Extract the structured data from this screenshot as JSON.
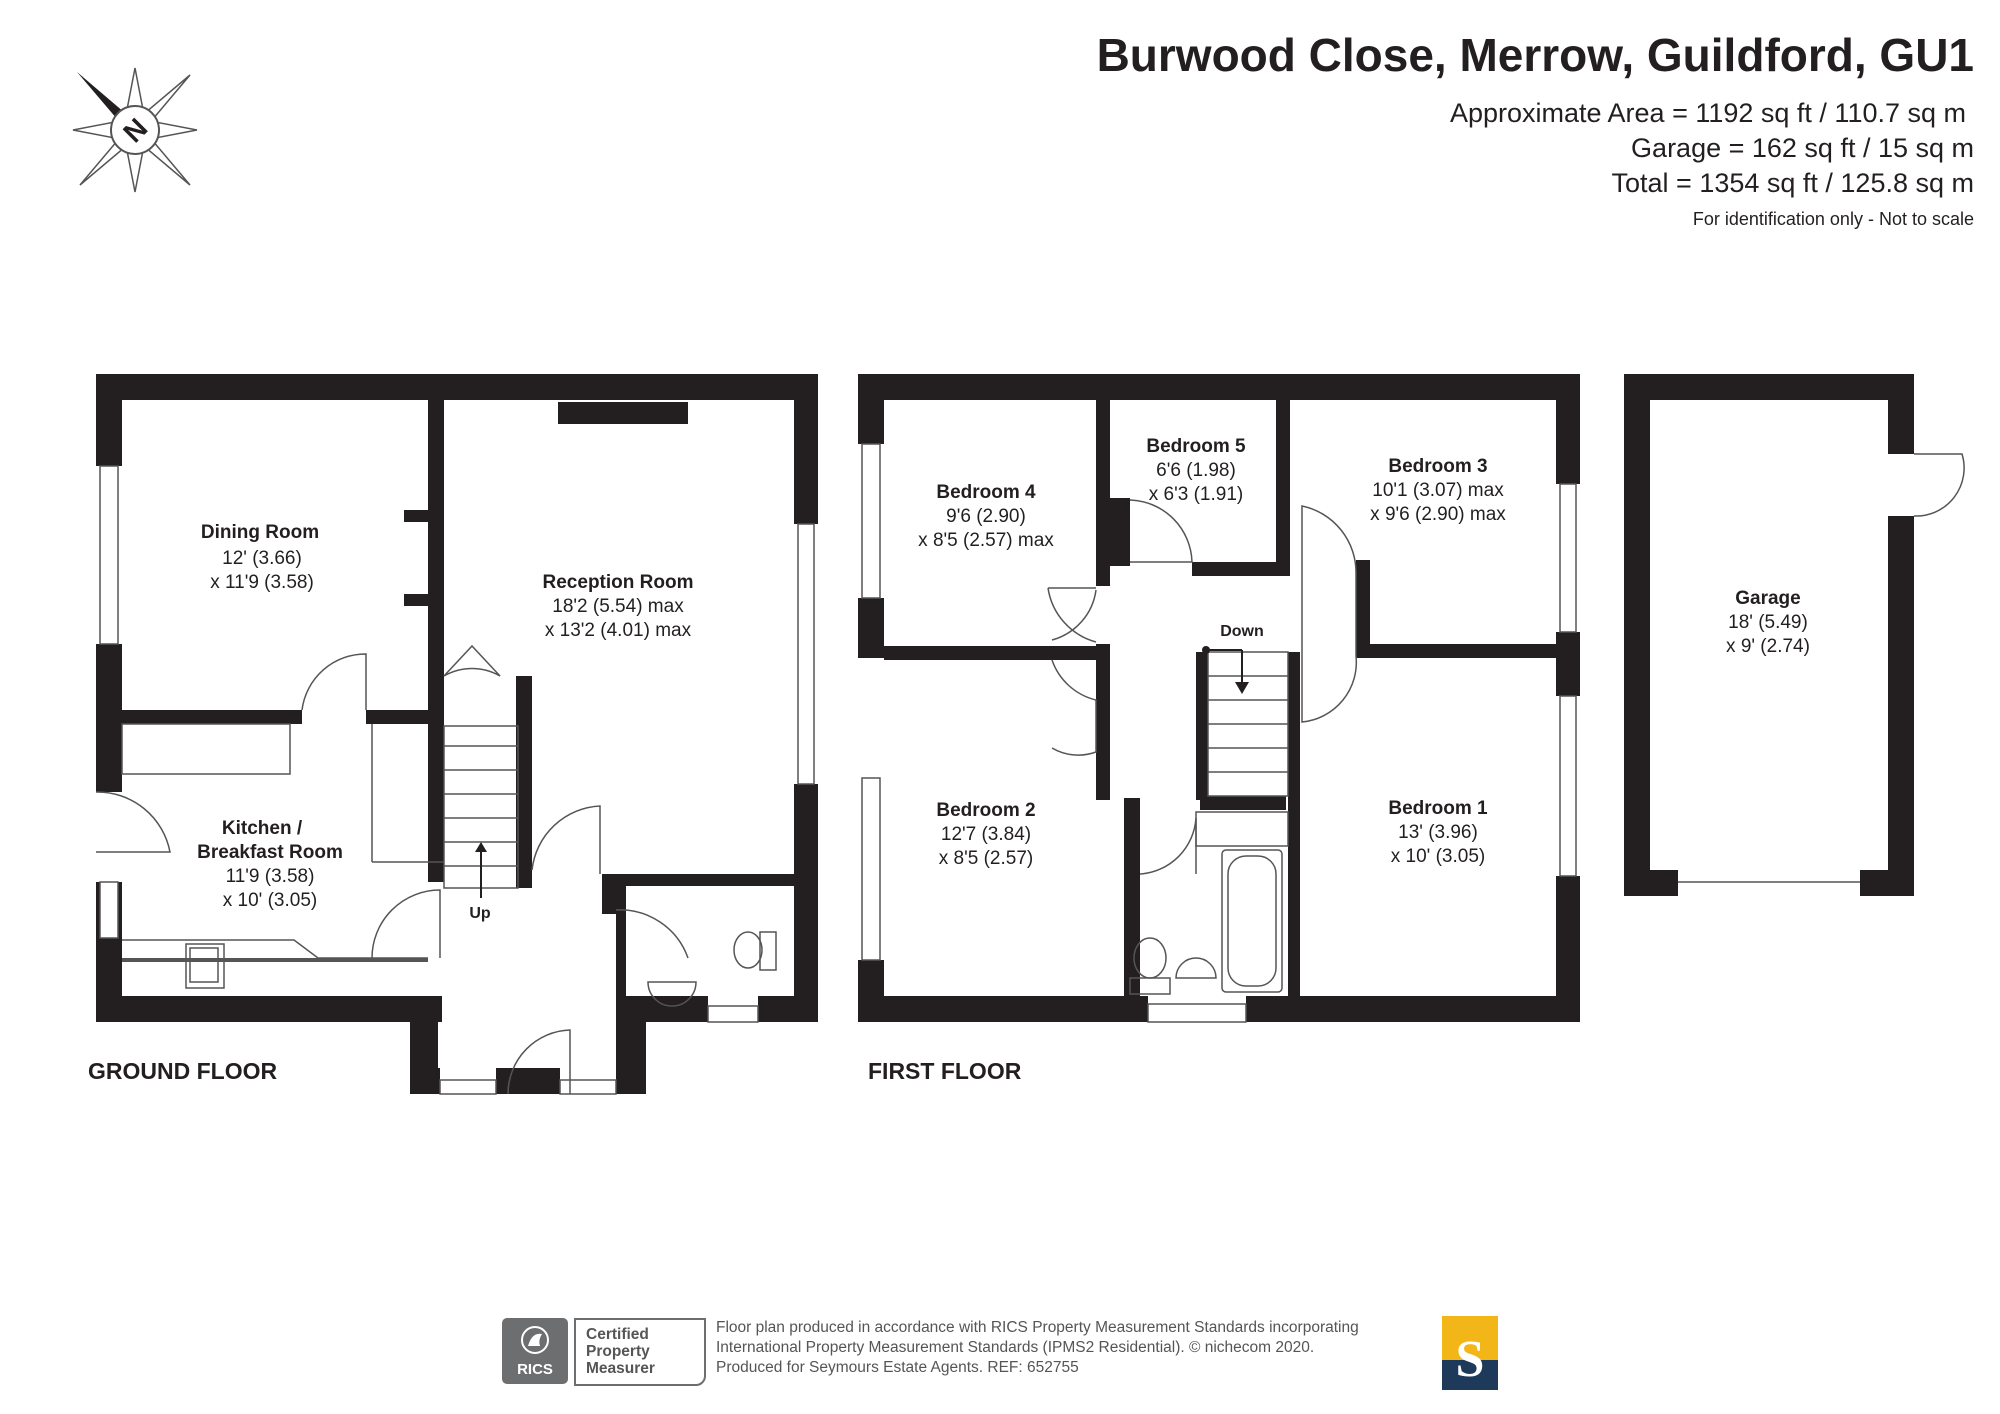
{
  "header": {
    "title": "Burwood Close, Merrow, Guildford, GU1",
    "area_lines": [
      "Approximate Area = 1192 sq ft / 110.7 sq m",
      "Garage = 162 sq ft / 15 sq m",
      "Total = 1354 sq ft / 125.8 sq m"
    ],
    "note": "For identification only - Not to scale"
  },
  "compass": {
    "icon": "compass-north-icon",
    "letter": "N"
  },
  "floors": {
    "ground": {
      "label": "GROUND FLOOR",
      "rooms": [
        {
          "name": "Dining Room",
          "dims": [
            "12' (3.66)",
            "x 11'9 (3.58)"
          ]
        },
        {
          "name": "Reception Room",
          "dims": [
            "18'2 (5.54) max",
            "x 13'2 (4.01) max"
          ]
        },
        {
          "name": "Kitchen /",
          "name2": "Breakfast Room",
          "dims": [
            "11'9 (3.58)",
            "x 10' (3.05)"
          ]
        }
      ],
      "stair_label": "Up"
    },
    "first": {
      "label": "FIRST FLOOR",
      "rooms": [
        {
          "name": "Bedroom 4",
          "dims": [
            "9'6 (2.90)",
            "x 8'5 (2.57) max"
          ]
        },
        {
          "name": "Bedroom 5",
          "dims": [
            "6'6 (1.98)",
            "x 6'3 (1.91)"
          ]
        },
        {
          "name": "Bedroom 3",
          "dims": [
            "10'1 (3.07) max",
            "x 9'6 (2.90) max"
          ]
        },
        {
          "name": "Bedroom 2",
          "dims": [
            "12'7 (3.84)",
            "x 8'5 (2.57)"
          ]
        },
        {
          "name": "Bedroom 1",
          "dims": [
            "13' (3.96)",
            "x 10' (3.05)"
          ]
        }
      ],
      "stair_label": "Down"
    },
    "garage": {
      "name": "Garage",
      "dims": [
        "18' (5.49)",
        "x 9' (2.74)"
      ]
    }
  },
  "footer": {
    "lines": [
      "Floor plan produced in accordance with RICS Property Measurement Standards incorporating",
      "International Property Measurement Standards (IPMS2 Residential).   © nichecom 2020.",
      "Produced for Seymours Estate Agents.    REF:  652755"
    ],
    "rics_badge": {
      "logo_text": "RICS",
      "lines": [
        "Certified",
        "Property",
        "Measurer"
      ]
    },
    "agent_logo": {
      "letter": "S",
      "colors": {
        "top": "#f2b619",
        "bottom": "#1d3a5b"
      }
    }
  }
}
